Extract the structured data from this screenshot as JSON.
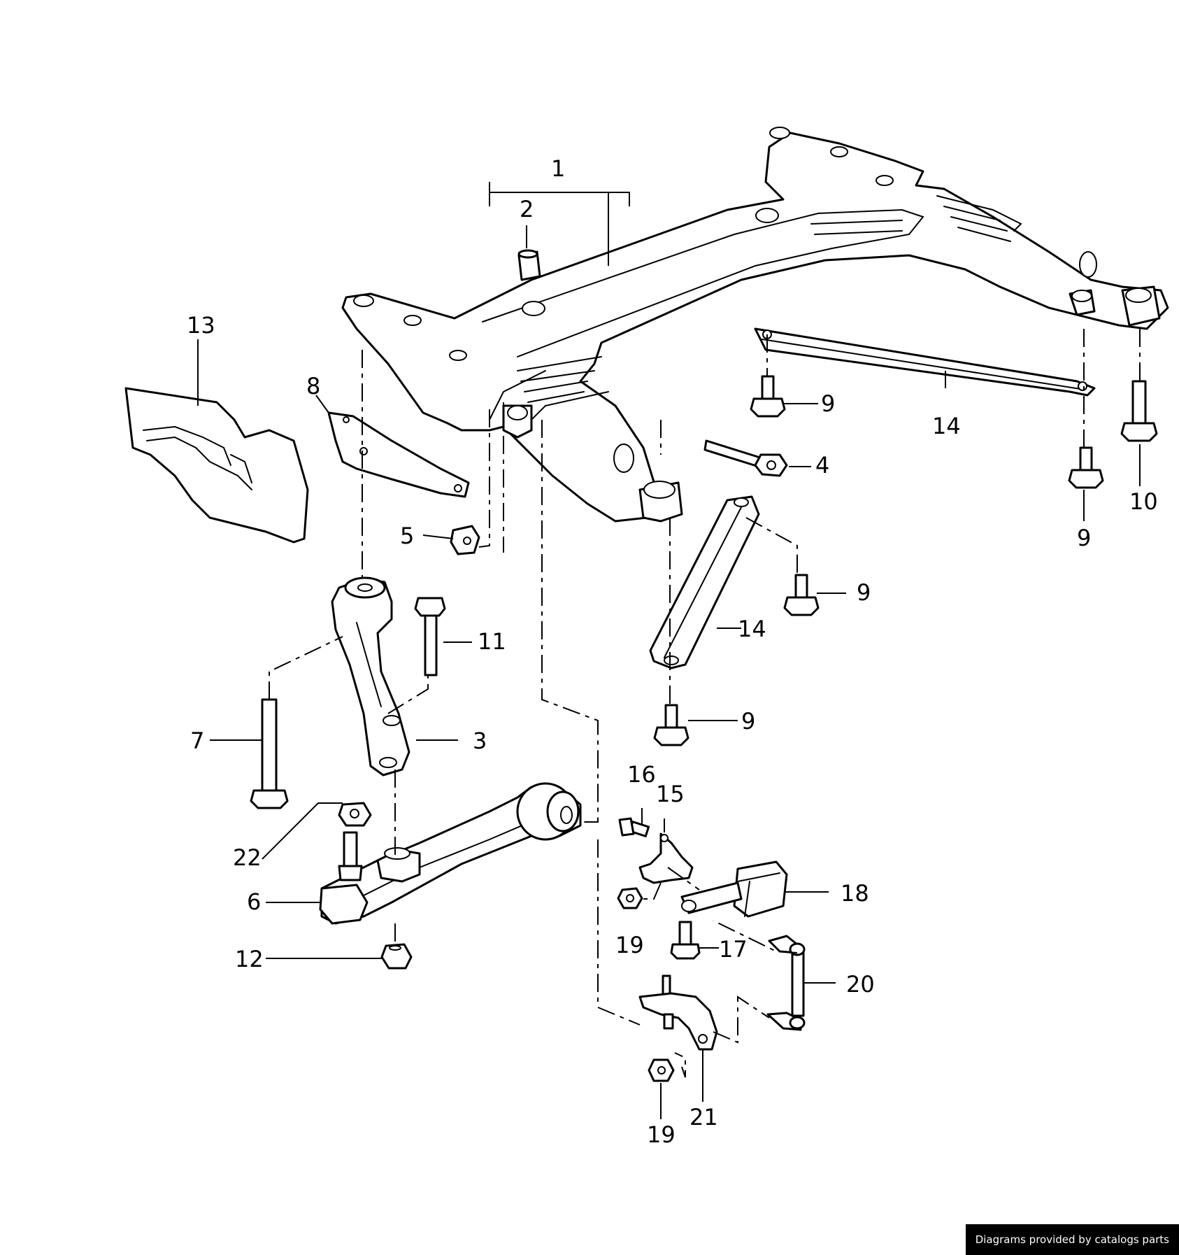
{
  "credit": "Diagrams provided by catalogs parts",
  "callouts": {
    "c1": "1",
    "c2": "2",
    "c3": "3",
    "c4": "4",
    "c5": "5",
    "c6": "6",
    "c7": "7",
    "c8": "8",
    "c9a": "9",
    "c9b": "9",
    "c9c": "9",
    "c9d": "9",
    "c10": "10",
    "c11": "11",
    "c12": "12",
    "c13": "13",
    "c14a": "14",
    "c14b": "14",
    "c15": "15",
    "c16": "16",
    "c17": "17",
    "c18": "18",
    "c19a": "19",
    "c19b": "19",
    "c20": "20",
    "c21": "21",
    "c22": "22"
  }
}
